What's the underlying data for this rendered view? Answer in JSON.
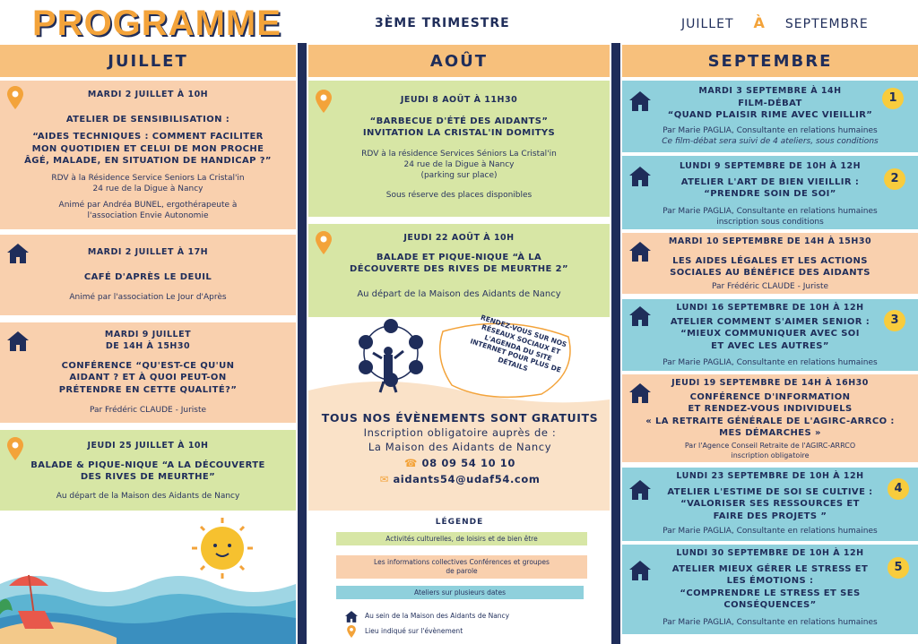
{
  "header": {
    "title": "PROGRAMME",
    "trimestre": "3ÈME TRIMESTRE",
    "from": "JUILLET",
    "a": "À",
    "to": "SEPTEMBRE"
  },
  "columns": {
    "c1": "JUILLET",
    "c2": "AOÛT",
    "c3": "SEPTEMBRE"
  },
  "juillet": [
    {
      "date": "MARDI 2 JUILLET À 10H",
      "l1": "ATELIER DE SENSIBILISATION :",
      "l2": "“AIDES TECHNIQUES : COMMENT FACILITER",
      "l3": "MON QUOTIDIEN ET CELUI DE MON PROCHE",
      "l4": "ÂGÉ, MALADE, EN SITUATION DE HANDICAP ?”",
      "p1": "RDV à la Résidence Service Seniors La Cristal'in",
      "p2": "24 rue de la Digue à Nancy",
      "p3": "Animé par Andréa BUNEL, ergothérapeute à",
      "p4": "l'association Envie Autonomie"
    },
    {
      "date": "MARDI 2 JUILLET À 17H",
      "l1": "CAFÉ D'APRÈS LE DEUIL",
      "p1": "Animé par l'association Le Jour d'Après"
    },
    {
      "date1": "MARDI 9 JUILLET",
      "date2": "DE 14H À 15H30",
      "l1": "CONFÉRENCE “QU'EST-CE QU'UN",
      "l2": "AIDANT ? ET À QUOI PEUT-ON",
      "l3": "PRÉTENDRE EN CETTE QUALITÉ?”",
      "p1": "Par Frédéric CLAUDE - Juriste"
    },
    {
      "date": "JEUDI 25 JUILLET À 10H",
      "l1": "BALADE & PIQUE-NIQUE “A LA DÉCOUVERTE",
      "l2": "DES RIVES DE MEURTHE”",
      "p1": "Au départ de la Maison des Aidants de Nancy"
    }
  ],
  "aout": [
    {
      "date": "JEUDI 8 AOÛT À 11H30",
      "l1": "“BARBECUE D'ÉTÉ DES AIDANTS”",
      "l2": "INVITATION LA CRISTAL'IN DOMITYS",
      "p1": "RDV à la résidence Services Séniors La Cristal'in",
      "p2": "24 rue de la Digue à Nancy",
      "p3": "(parking sur place)",
      "p4": "Sous réserve des places disponibles"
    },
    {
      "date": "JEUDI 22 AOÛT  À 10H",
      "l1": "BALADE ET PIQUE-NIQUE “À LA",
      "l2": "DÉCOUVERTE DES RIVES DE MEURTHE 2”",
      "p1": "Au départ de la Maison des Aidants de Nancy"
    }
  ],
  "bubble": [
    "RENDEZ-VOUS SUR NOS",
    "RÉSEAUX SOCIAUX ET",
    "L'AGENDA DU SITE",
    "INTERNET POUR PLUS DE",
    "DÉTAILS"
  ],
  "promo": {
    "l1": "TOUS NOS ÉVÈNEMENTS SONT GRATUITS",
    "l2": "Inscription obligatoire auprès de :",
    "l3": "La Maison des Aidants de Nancy",
    "phone": "08 09 54 10 10",
    "email": "aidants54@udaf54.com"
  },
  "legende": {
    "title": "LÉGENDE",
    "g": "Activités culturelles, de loisirs et de bien être",
    "p1": "Les informations collectives Conférences et groupes",
    "p2": "de parole",
    "b": "Ateliers sur plusieurs dates",
    "house": "Au sein de la Maison des Aidants de Nancy",
    "pin": "Lieu indiqué sur l'évènement"
  },
  "septembre": [
    {
      "n": "1",
      "date": "MARDI 3 SEPTEMBRE À 14H",
      "l1": "FILM-DÉBAT",
      "l2": "“QUAND PLAISIR RIME AVEC VIEILLIR”",
      "p1": "Par Marie PAGLIA, Consultante en relations humaines",
      "p2": "Ce film-débat sera suivi de 4 ateliers, sous conditions"
    },
    {
      "n": "2",
      "date": "LUNDI 9 SEPTEMBRE DE 10H À 12H",
      "l1": "ATELIER L'ART DE BIEN VIEILLIR :",
      "l2": "“PRENDRE SOIN DE SOI”",
      "p1": "Par Marie PAGLIA, Consultante en relations humaines",
      "p2": "inscription sous conditions"
    },
    {
      "date": "MARDI 10 SEPTEMBRE DE 14H À 15H30",
      "l1": "LES AIDES LÉGALES ET LES ACTIONS",
      "l2": "SOCIALES AU BÉNÉFICE DES AIDANTS",
      "p1": "Par Frédéric CLAUDE - Juriste"
    },
    {
      "n": "3",
      "date": "LUNDI 16 SEPTEMBRE DE 10H À 12H",
      "l1": "ATELIER COMMENT S'AIMER SENIOR :",
      "l2": "“MIEUX COMMUNIQUER AVEC SOI",
      "l3": "ET AVEC LES AUTRES”",
      "p1": "Par Marie PAGLIA, Consultante en relations humaines"
    },
    {
      "date": "JEUDI 19 SEPTEMBRE DE 14H À 16H30",
      "l1": "CONFÉRENCE D'INFORMATION",
      "l2": "ET RENDEZ-VOUS INDIVIDUELS",
      "l3": "« LA RETRAITE GÉNÉRALE DE L'AGIRC-ARRCO :",
      "l4": "MES DÉMARCHES »",
      "p1": "Par l'Agence Conseil Retraite de l'AGIRC-ARRCO",
      "p2": "inscription obligatoire"
    },
    {
      "n": "4",
      "date": "LUNDI 23 SEPTEMBRE DE 10H À 12H",
      "l1": "ATELIER L'ESTIME DE SOI SE CULTIVE :",
      "l2": "“VALORISER SES RESSOURCES ET",
      "l3": "FAIRE DES PROJETS ”",
      "p1": "Par Marie PAGLIA, Consultante en relations humaines"
    },
    {
      "n": "5",
      "date": "LUNDI 30 SEPTEMBRE DE 10H À 12H",
      "l1": "ATELIER MIEUX GÉRER LE STRESS ET",
      "l2": "LES ÉMOTIONS :",
      "l3": "“COMPRENDRE LE STRESS ET SES",
      "l4": "CONSÉQUENCES”",
      "p1": "Par Marie PAGLIA, Consultante en relations humaines"
    }
  ]
}
